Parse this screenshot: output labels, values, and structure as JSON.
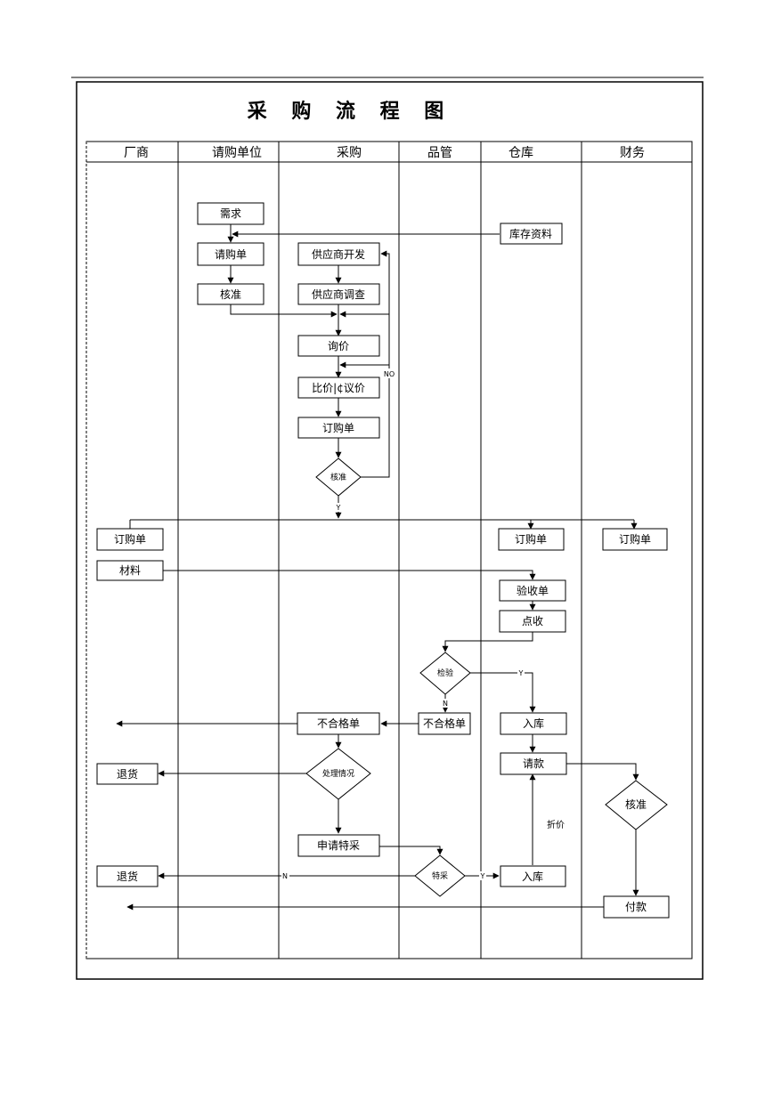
{
  "title": "采 购 流 程 图",
  "lanes": [
    "厂商",
    "请购单位",
    "采购",
    "品管",
    "仓库",
    "财务"
  ],
  "nodes": {
    "xuqiu": "需求",
    "qinggoudan": "请购单",
    "hezhun_request": "核准",
    "kucun": "库存资料",
    "gys_kaifa": "供应商开发",
    "gys_diaocha": "供应商调查",
    "xunjia": "询价",
    "bijia": "比价|¢议价",
    "dinggoudan_purchase": "订购单",
    "hezhun_purchase": "核准",
    "dinggoudan_vendor": "订购单",
    "dinggoudan_warehouse": "订购单",
    "dinggoudan_finance": "订购单",
    "cailiao": "材料",
    "yanshoudan": "验收单",
    "dianshou": "点收",
    "jianyan": "检验",
    "buhege_qc": "不合格单",
    "buhege_purchase": "不合格单",
    "ruku_1": "入库",
    "qingkuan": "请款",
    "chuli": "处理情况",
    "tuihuo_1": "退货",
    "hezhun_finance": "核准",
    "shenqing": "申请特采",
    "tecai": "特采",
    "tuihuo_2": "退货",
    "ruku_2": "入库",
    "fukuan": "付款"
  },
  "labels": {
    "no": "NO",
    "y1": "Y",
    "y2": "Y",
    "n1": "N",
    "n2": "N",
    "y3": "Y",
    "zhejia": "折价"
  }
}
